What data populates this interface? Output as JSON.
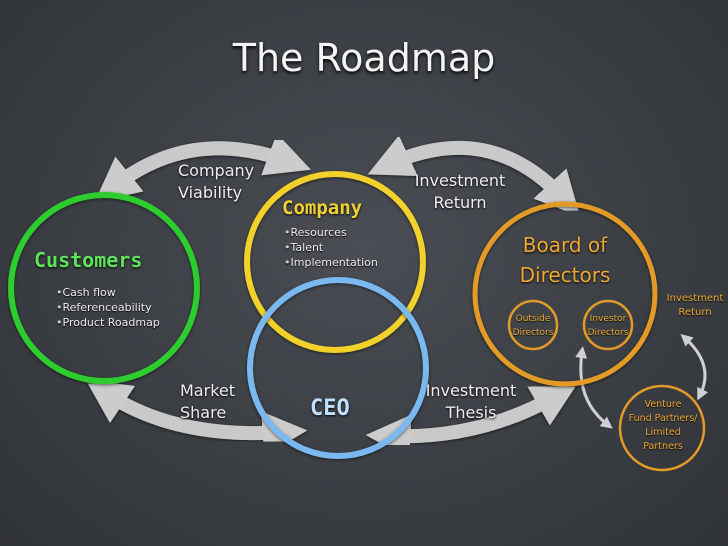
{
  "title": "The Roadmap",
  "labels": {
    "company_viability": "Company\nViability",
    "investment_return_top": "Investment\nReturn",
    "market_share": "Market\nShare",
    "investment_thesis": "Investment\nThesis",
    "investment_return_side": "Investment\nReturn"
  },
  "customers": {
    "title": "Customers",
    "bullets": [
      "Cash flow",
      "Referenceability",
      "Product Roadmap"
    ]
  },
  "company": {
    "title": "Company",
    "bullets": [
      "Resources",
      "Talent",
      "Implementation"
    ]
  },
  "ceo": {
    "title": "CEO"
  },
  "board": {
    "title": "Board of\nDirectors",
    "outside": "Outside\nDirectors",
    "investor": "Investor\nDirectors"
  },
  "venture": {
    "label": "Venture\nFund Partners/\nLimited\nPartners"
  },
  "colors": {
    "customers": "#2ecc2e",
    "company": "#f2d22a",
    "ceo": "#7ab8f0",
    "board": "#e39a28",
    "arrows": "#c9c9c9"
  }
}
